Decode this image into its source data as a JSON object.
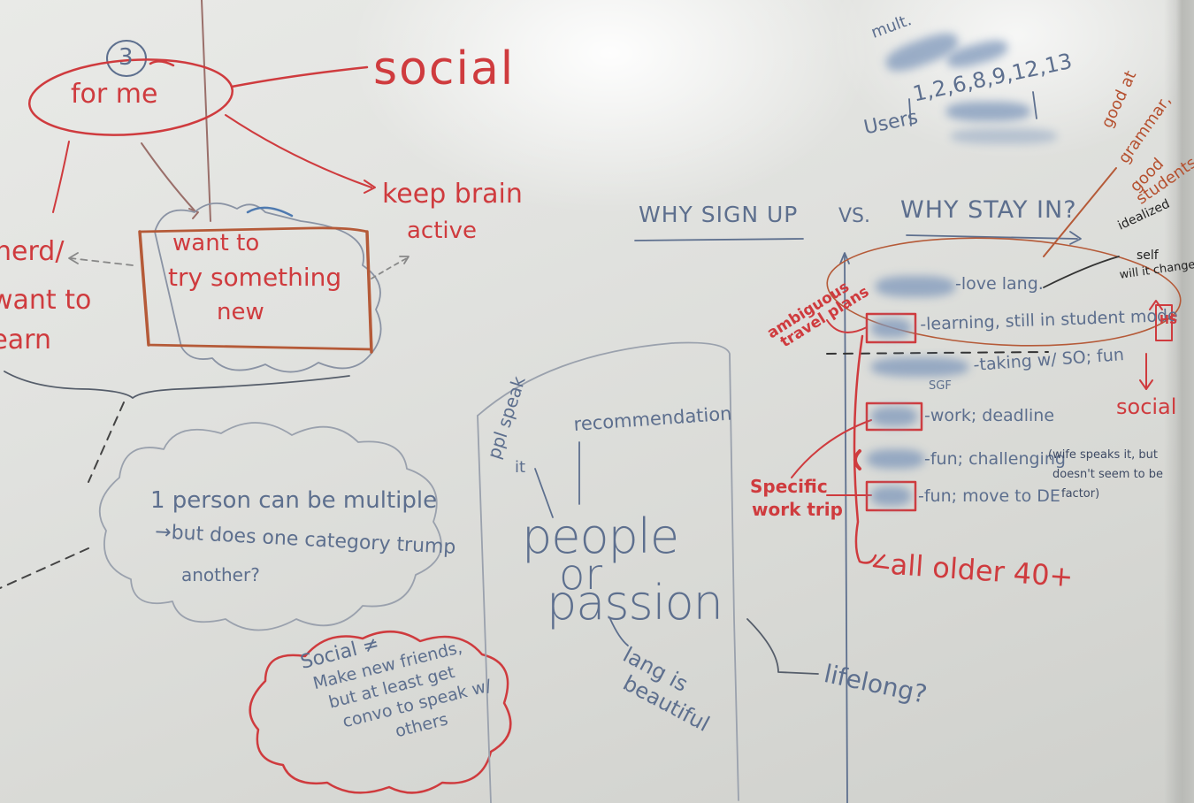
{
  "palette": {
    "red_marker": "#cf3b3e",
    "blue_marker": "#5d6f8e",
    "board": "#e3e4e1"
  },
  "left": {
    "circle_number": "3",
    "for_me": "for me",
    "social": "social",
    "keep_brain": "keep brain",
    "active": "active",
    "herd": "herd/",
    "want_to_left": "want to",
    "learn": "learn",
    "box_line1": "want to",
    "box_line2": "try something",
    "box_line3": "new"
  },
  "cloud_multi": {
    "line1": "1 person can be multiple",
    "line2": "→but does one category trump",
    "line3": "another?"
  },
  "cloud_social": {
    "lines": [
      "Social ≠",
      "Make new friends,",
      "but at least get",
      "convo to speak w/",
      "others"
    ]
  },
  "center": {
    "ppl_speak": "ppl speak",
    "it": "it",
    "recommendation": "recommendation",
    "people": "people",
    "or": "or",
    "passion": "passion",
    "lang_is": "lang is",
    "beautiful": "beautiful",
    "lifelong": "lifelong?"
  },
  "headers": {
    "why_sign_up": "WHY SIGN UP",
    "vs": "VS.",
    "why_stay_in": "WHY STAY IN?"
  },
  "top_right": {
    "mult": "mult.",
    "users_label": "Users",
    "users_numbers": "1,2,6,8,9,12,13"
  },
  "reasons": [
    "-love lang.",
    "-learning, still in student mode",
    "-taking w/ SO; fun",
    "-work; deadline",
    "-fun; challenging",
    "-fun; move to DE"
  ],
  "sgf": "SGF",
  "wife_note": [
    "(wife speaks it, but",
    "doesn't seem to be",
    "factor)"
  ],
  "ambiguous": [
    "ambiguous",
    "travel plans"
  ],
  "specific": [
    "Specific",
    "work trip"
  ],
  "all_older": "all older 40+",
  "good_at": [
    "good at",
    "grammar,",
    "good",
    "students"
  ],
  "idealized": [
    "idealized",
    "self",
    "will it change?"
  ],
  "hs": "HS",
  "social_right": "social"
}
